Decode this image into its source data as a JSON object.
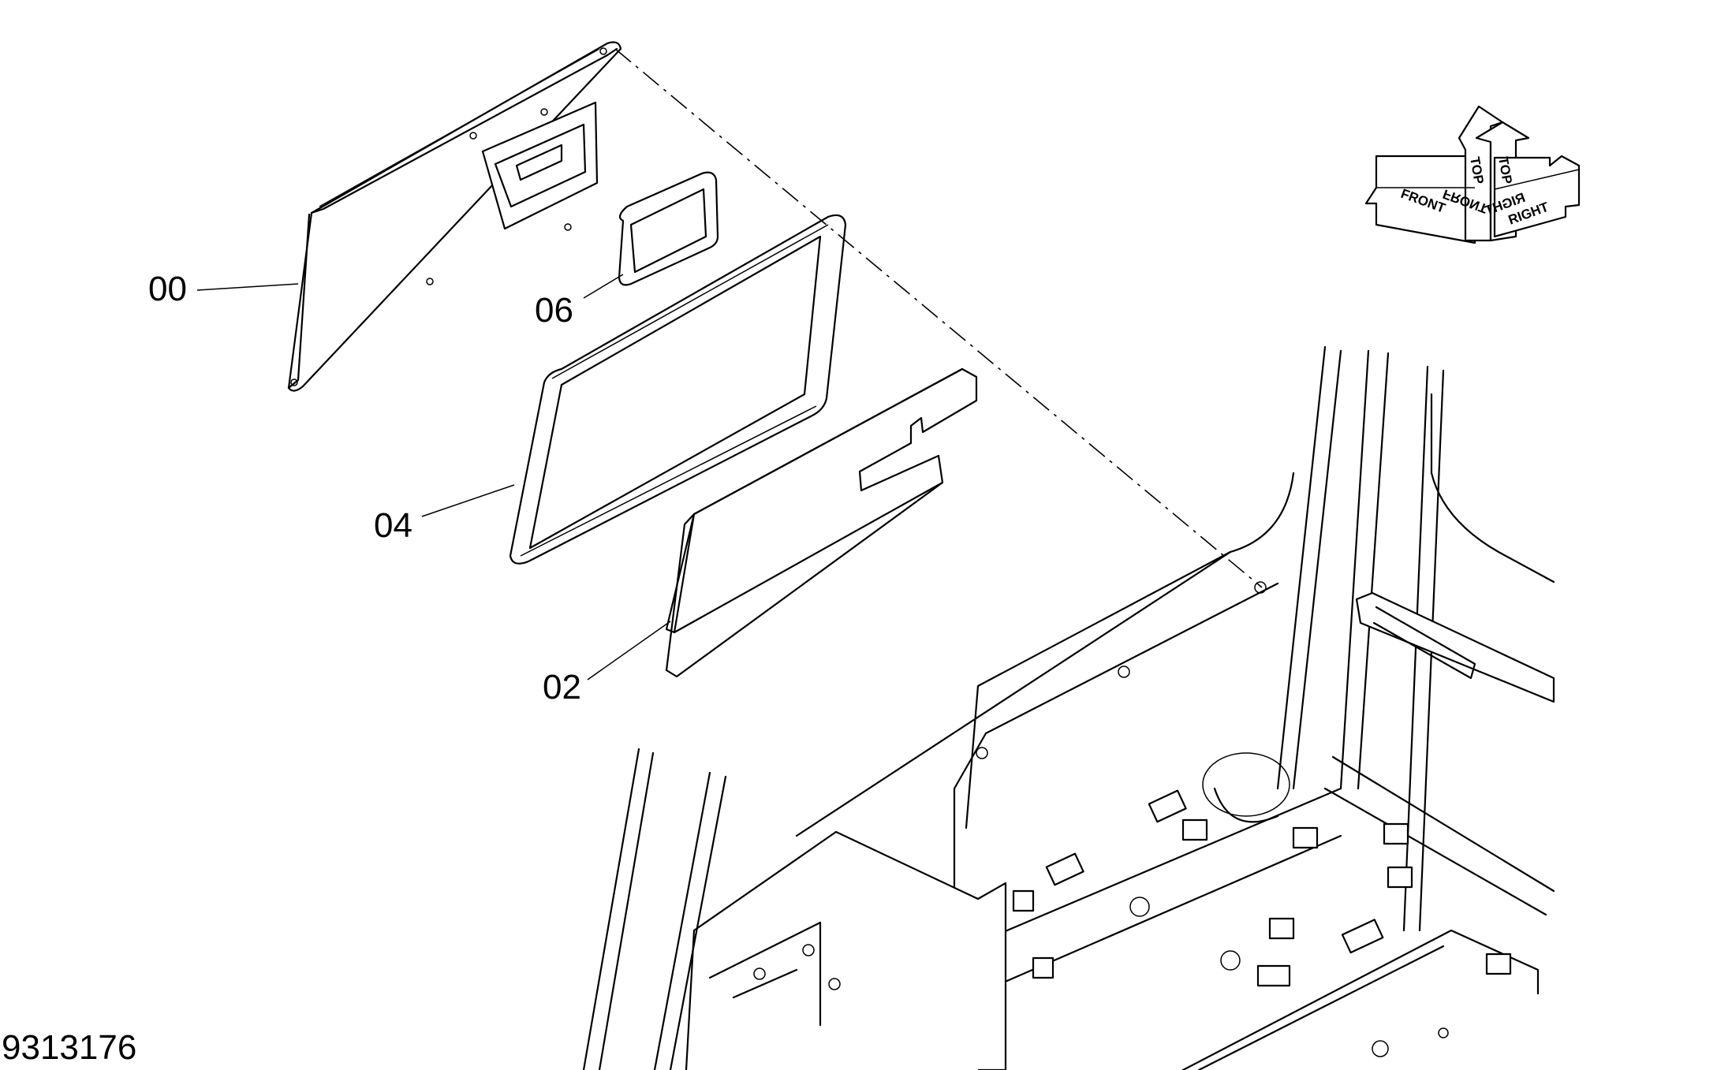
{
  "callouts": {
    "part_00": "00",
    "part_06": "06",
    "part_04": "04",
    "part_02": "02"
  },
  "orientation": {
    "front": "FRONT",
    "front_mirrored": "FRONT",
    "top_left": "TOP",
    "top_right": "TOP",
    "right": "RIGHT",
    "right_mirrored": "RIGHT"
  },
  "document_number": "9313176",
  "colors": {
    "line": "#000000",
    "background": "#ffffff"
  }
}
